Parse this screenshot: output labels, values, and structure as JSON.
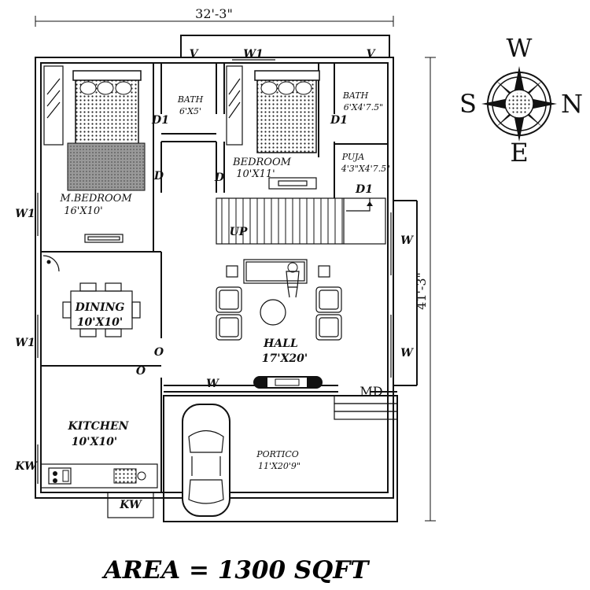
{
  "dimensions": {
    "width": "32'-3\"",
    "depth": "41'-3\""
  },
  "rooms": {
    "master_bedroom": {
      "name": "M.BEDROOM",
      "size": "16'X10'"
    },
    "bath1": {
      "name": "BATH",
      "size": "6'X5'"
    },
    "bedroom": {
      "name": "BEDROOM",
      "size": "10'X11'"
    },
    "bath2": {
      "name": "BATH",
      "size": "6'X4'7.5\""
    },
    "puja": {
      "name": "PUJA",
      "size": "4'3\"X4'7.5\""
    },
    "dining": {
      "name": "DINING",
      "size": "10'X10'"
    },
    "hall": {
      "name": "HALL",
      "size": "17'X20'"
    },
    "kitchen": {
      "name": "KITCHEN",
      "size": "10'X10'"
    },
    "portico": {
      "name": "PORTICO",
      "size": "11'X20'9\""
    }
  },
  "openings": {
    "d1": "D1",
    "d": "D",
    "o": "O",
    "w": "W",
    "w1": "W1",
    "v": "V",
    "kw": "KW",
    "md": "MD",
    "up": "UP"
  },
  "compass": {
    "north": "N",
    "south": "S",
    "east": "E",
    "west": "W"
  },
  "area": "AREA =  1300 SQFT"
}
